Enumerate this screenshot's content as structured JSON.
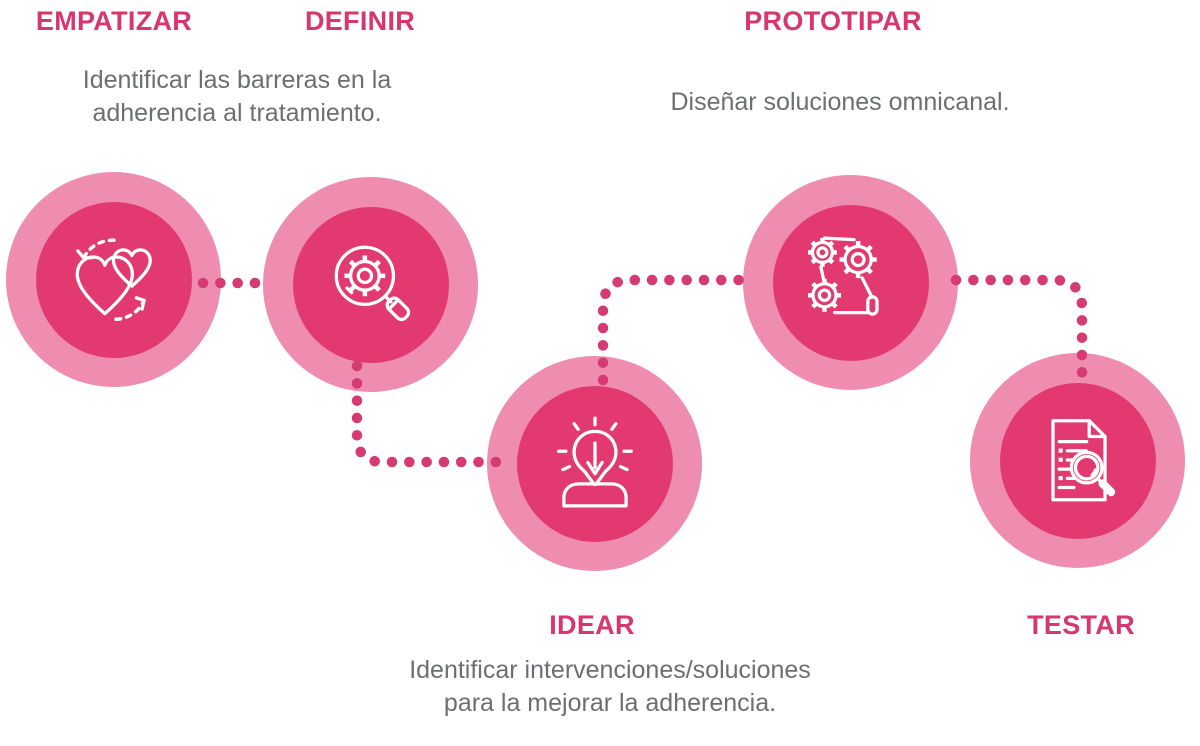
{
  "colors": {
    "primary": "#d7366e",
    "dot_color": "#d63a72",
    "circle_inner": "#e23a70",
    "circle_outer": "#ef8db0",
    "icon_stroke": "#ffffff",
    "text_gray": "#6d6e71",
    "background": "#ffffff"
  },
  "stages": [
    {
      "label": "EMPATIZAR",
      "icon": "hearts-sync-icon"
    },
    {
      "label": "DEFINIR",
      "icon": "gear-magnifier-icon"
    },
    {
      "label": "IDEAR",
      "icon": "person-lightbulb-icon"
    },
    {
      "label": "PROTOTIPAR",
      "icon": "gears-workflow-icon"
    },
    {
      "label": "TESTAR",
      "icon": "document-magnifier-icon"
    }
  ],
  "descriptions": {
    "empathize_define": {
      "line1": "Identificar las barreras en la",
      "line2": "adherencia al tratamiento."
    },
    "prototype": {
      "line1": "Diseñar soluciones omnicanal."
    },
    "ideate": {
      "line1": "Identificar intervenciones/soluciones",
      "line2": "para la mejorar la adherencia."
    }
  }
}
